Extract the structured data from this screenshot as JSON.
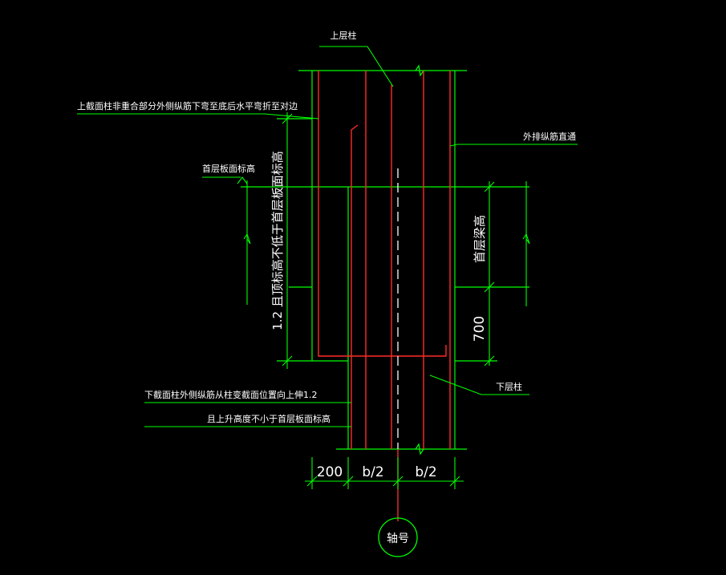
{
  "colors": {
    "background": "#000000",
    "outline": "#00ff00",
    "rebar": "#ff2a2a",
    "text": "#ffffff",
    "axis_line": "#ff3333",
    "dash_line": "#ffffff",
    "leader": "#00ff00"
  },
  "labels": {
    "upper_column": "上层柱",
    "upper_column_note": "上截面柱非重合部分外侧纵筋下弯至底后水平弯折至对边",
    "outer_rebar_straight": "外排纵筋直通",
    "first_floor_slab_elev": "首层板面标高",
    "first_floor_beam_height": "首层梁高",
    "lower_column": "下层柱",
    "lower_column_note_line1": "下截面柱外侧纵筋从柱变截面位置向上伸1.2",
    "lower_column_note_line2": "且上升高度不小于首层板面标高",
    "vertical_note": "1.2  且顶标高不低于首层板面标高",
    "dim_700": "700",
    "axis_label": "轴号"
  },
  "dimensions": {
    "bottom": [
      "200",
      "b/2",
      "b/2"
    ]
  }
}
